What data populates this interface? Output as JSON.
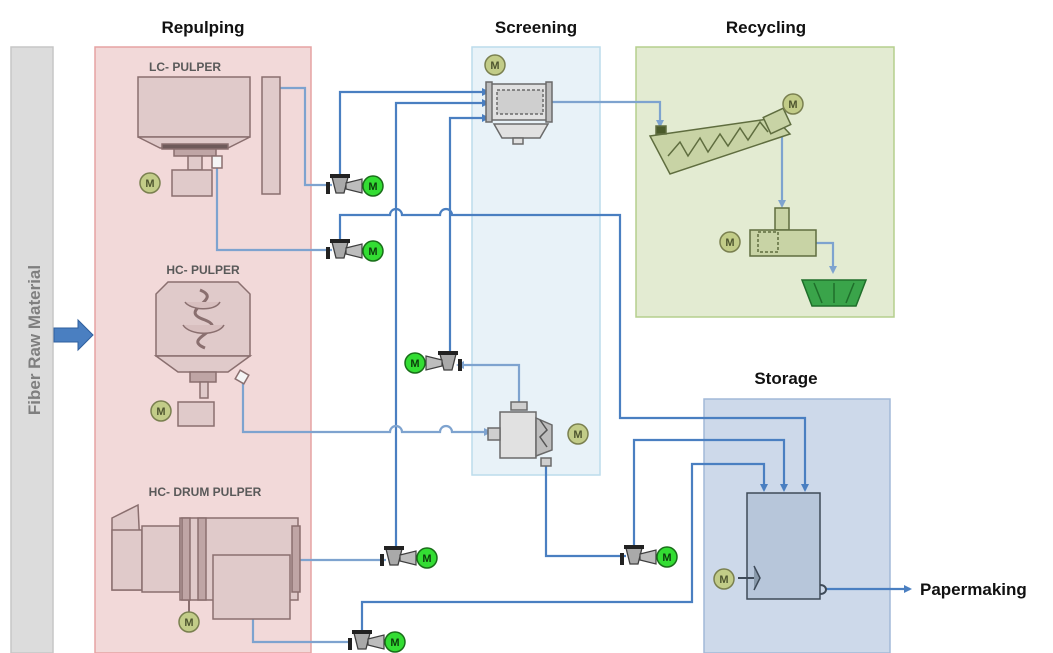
{
  "side_label": "Fiber Raw Material",
  "sections": {
    "repulping": "Repulping",
    "screening": "Screening",
    "recycling": "Recycling",
    "storage": "Storage"
  },
  "equipment": {
    "lc_pulper": "LC- PULPER",
    "hc_pulper": "HC- PULPER",
    "hc_drum_pulper": "HC- DRUM PULPER"
  },
  "output_label": "Papermaking",
  "motor_symbol": "M",
  "colors": {
    "repulping_fill": "#f2d9d9",
    "repulping_border": "#e6a3a3",
    "screening_fill": "#e8f2f8",
    "screening_border": "#bcdcec",
    "recycling_fill": "#e3ebd2",
    "recycling_border": "#b5cf8d",
    "storage_fill": "#cdd9ea",
    "storage_border": "#a2b9d8",
    "pipe_dark": "#4a7fc1",
    "pipe_light": "#7ea3cf",
    "motor_active": "#33dd33",
    "motor_idle": "#c2cc88"
  }
}
